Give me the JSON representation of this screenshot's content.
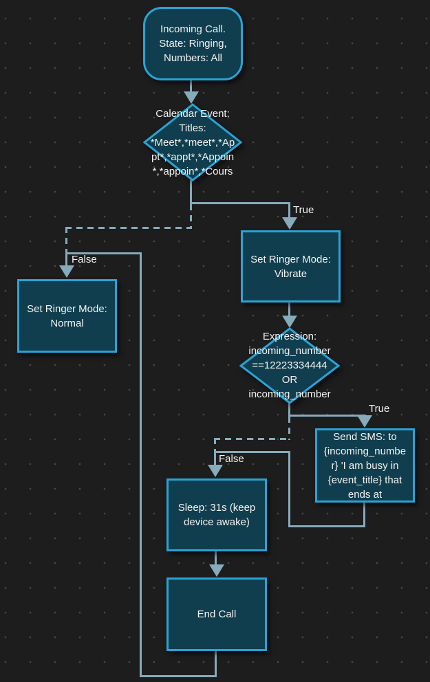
{
  "app": {
    "type": "flowchart-editor"
  },
  "theme": {
    "background": "#1d1d1d",
    "grid_dot": "#474747",
    "node_fill": "#113e4e",
    "node_border": "#2aa3d6",
    "connector": "#86abbb",
    "text": "#f2f2f2"
  },
  "nodes": {
    "incoming_call": {
      "shape": "rounded-rect",
      "label": "Incoming Call.\nState: Ringing,\nNumbers: All"
    },
    "calendar_event": {
      "shape": "diamond",
      "label": "Calendar Event:\nTitles:\n*Meet*,*meet*,*Ap\npt*,*appt*,*Appoin\n*,*appoin*,*Cours"
    },
    "ringer_normal": {
      "shape": "rect",
      "label": "Set Ringer Mode:\nNormal"
    },
    "ringer_vibrate": {
      "shape": "rect",
      "label": "Set Ringer Mode:\nVibrate"
    },
    "expression": {
      "shape": "diamond",
      "label": "Expression:\nincoming_number\n==12223334444\nOR\nincoming_number"
    },
    "send_sms": {
      "shape": "rect",
      "label": "Send SMS: to\n{incoming_numbe\nr} 'I am busy in\n{event_title} that\nends at"
    },
    "sleep": {
      "shape": "rect",
      "label": "Sleep: 31s (keep\ndevice awake)"
    },
    "end_call": {
      "shape": "rect",
      "label": "End Call"
    }
  },
  "edge_labels": {
    "calendar_true": "True",
    "calendar_false": "False",
    "expression_true": "True",
    "expression_false": "False"
  }
}
